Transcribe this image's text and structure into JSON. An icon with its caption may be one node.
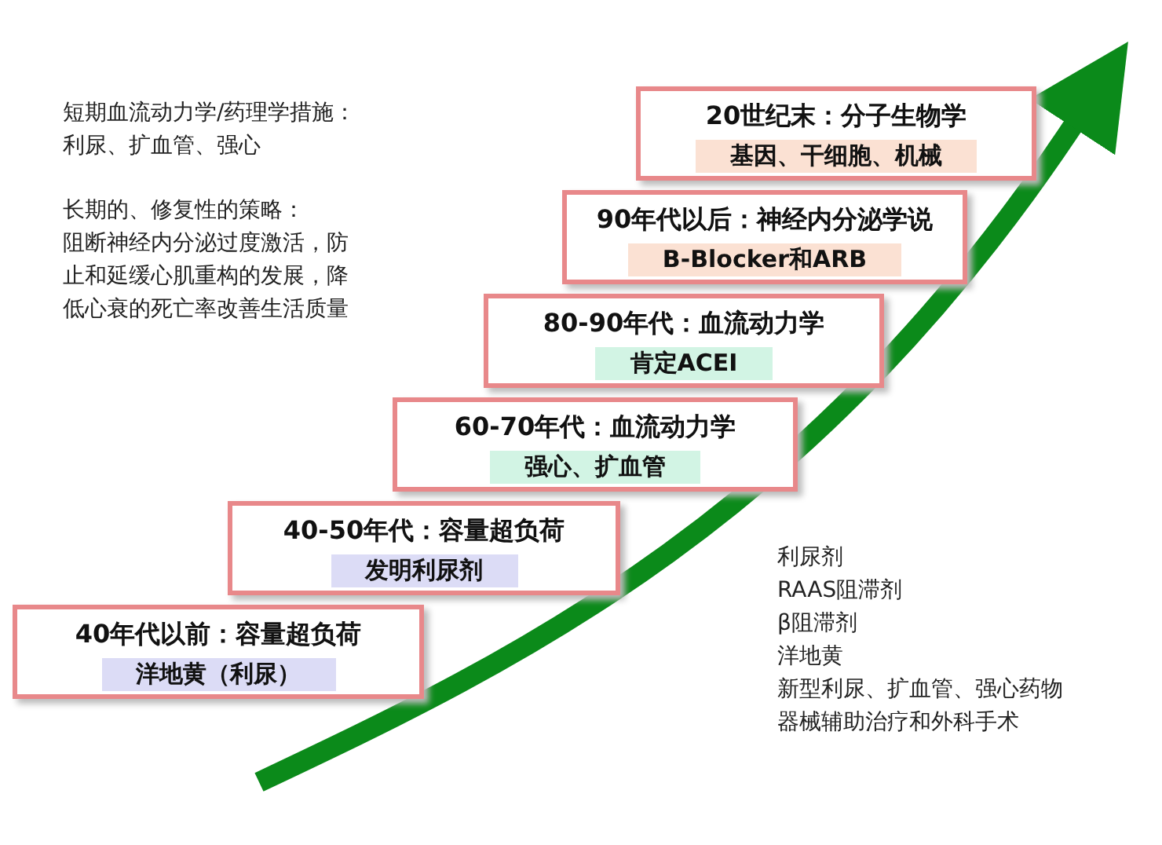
{
  "diagram": {
    "nodes": [
      {
        "text": [
          "20世纪末：分子生物学",
          "基因、干细胞、机械"
        ]
      },
      {
        "text": [
          "90年代以后：神经内分泌学说",
          "B-Blocker和ARB"
        ]
      },
      {
        "text": [
          "80-90年代：血流动力学",
          "肯定ACEI"
        ]
      },
      {
        "text": [
          "60-70年代：血流动力学",
          "强心、扩血管"
        ]
      },
      {
        "text": [
          "40-50年代：容量超负荷",
          "发明利尿剂"
        ]
      },
      {
        "text": [
          "40年代以前：容量超负荷",
          "洋地黄（利尿）"
        ]
      }
    ],
    "labels": [
      "短期血流动力学/药理学措施：",
      "利尿、扩血管、强心",
      "长期的、修复性的策略：",
      "阻断神经内分泌过度激活，防止和延缓心肌重构的发展，降低心衰的死亡率改善生活质量",
      "利尿剂",
      "RAAS阻滞剂",
      "β阻滞剂",
      "洋地黄",
      "新型利尿、扩血管、强心药物",
      "器械辅助治疗和外科手术"
    ]
  }
}
